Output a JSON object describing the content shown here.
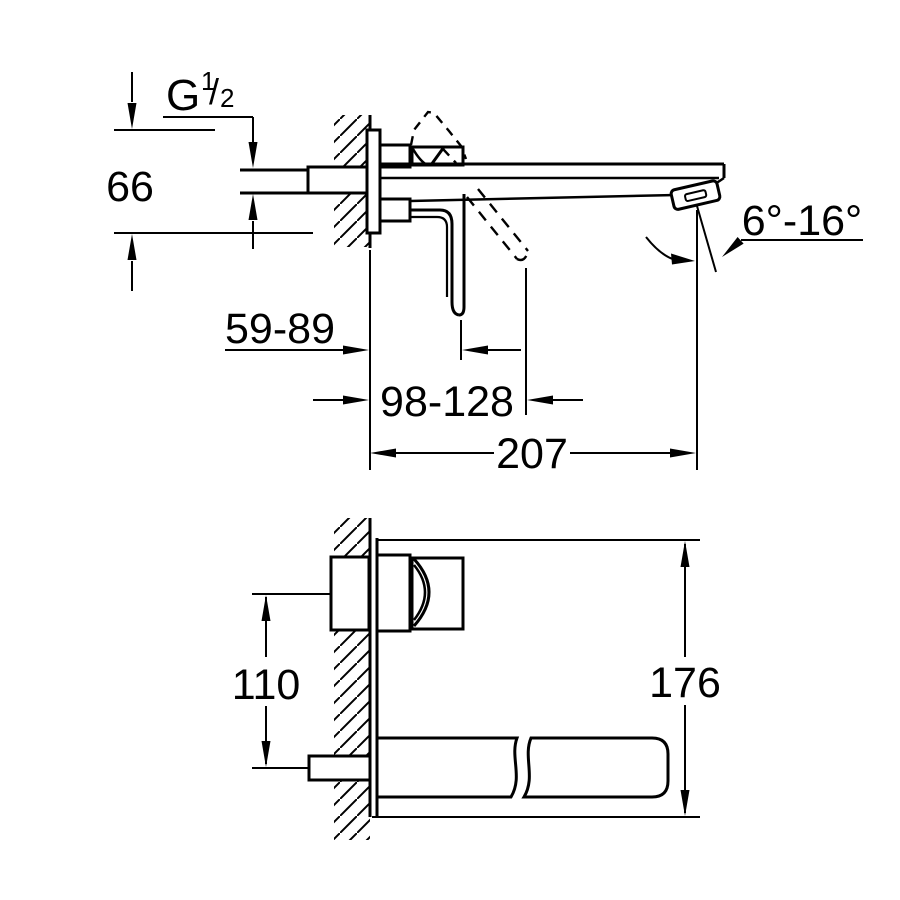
{
  "colors": {
    "ink": "#000000",
    "paper": "#ffffff"
  },
  "thread_label": {
    "prefix": "G",
    "sup": "1",
    "slash": "/",
    "sub": "2"
  },
  "side_view": {
    "dim_plate_height": "66",
    "dim_handle_reach_closed": "59-89",
    "dim_handle_reach_open": "98-128",
    "dim_spout_projection": "207",
    "dim_spout_angle": "6°-16°"
  },
  "front_view": {
    "dim_center_distance": "110",
    "dim_overall_height": "176"
  }
}
